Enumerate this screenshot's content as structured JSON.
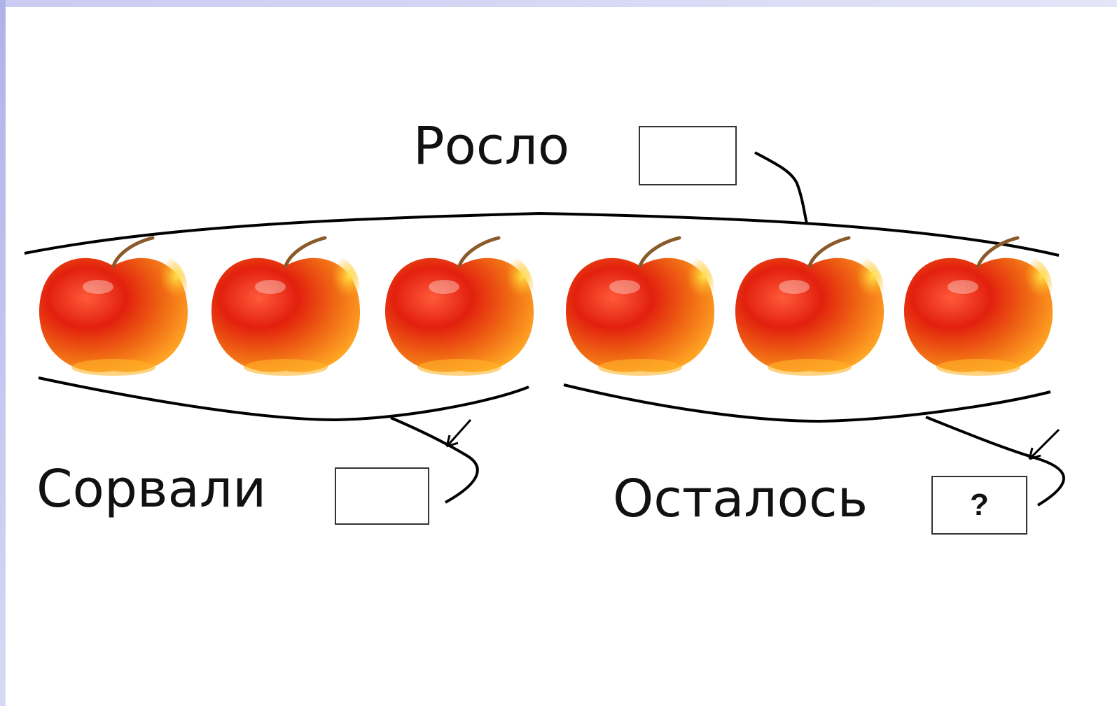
{
  "labels": {
    "grew": "Росло",
    "picked": "Сорвали",
    "left": "Осталось"
  },
  "boxes": {
    "grew_value": "",
    "picked_value": "",
    "left_value": "?"
  },
  "apples": [
    {
      "icon": "apple-icon"
    },
    {
      "icon": "apple-icon"
    },
    {
      "icon": "apple-icon"
    },
    {
      "icon": "apple-icon"
    },
    {
      "icon": "apple-icon"
    },
    {
      "icon": "apple-icon"
    }
  ],
  "colors": {
    "apple_red": "#d8140a",
    "apple_orange": "#f47a14",
    "apple_yellow": "#ffd23a",
    "stem": "#8a5a2b",
    "frame_left": "#aeb2e8"
  }
}
